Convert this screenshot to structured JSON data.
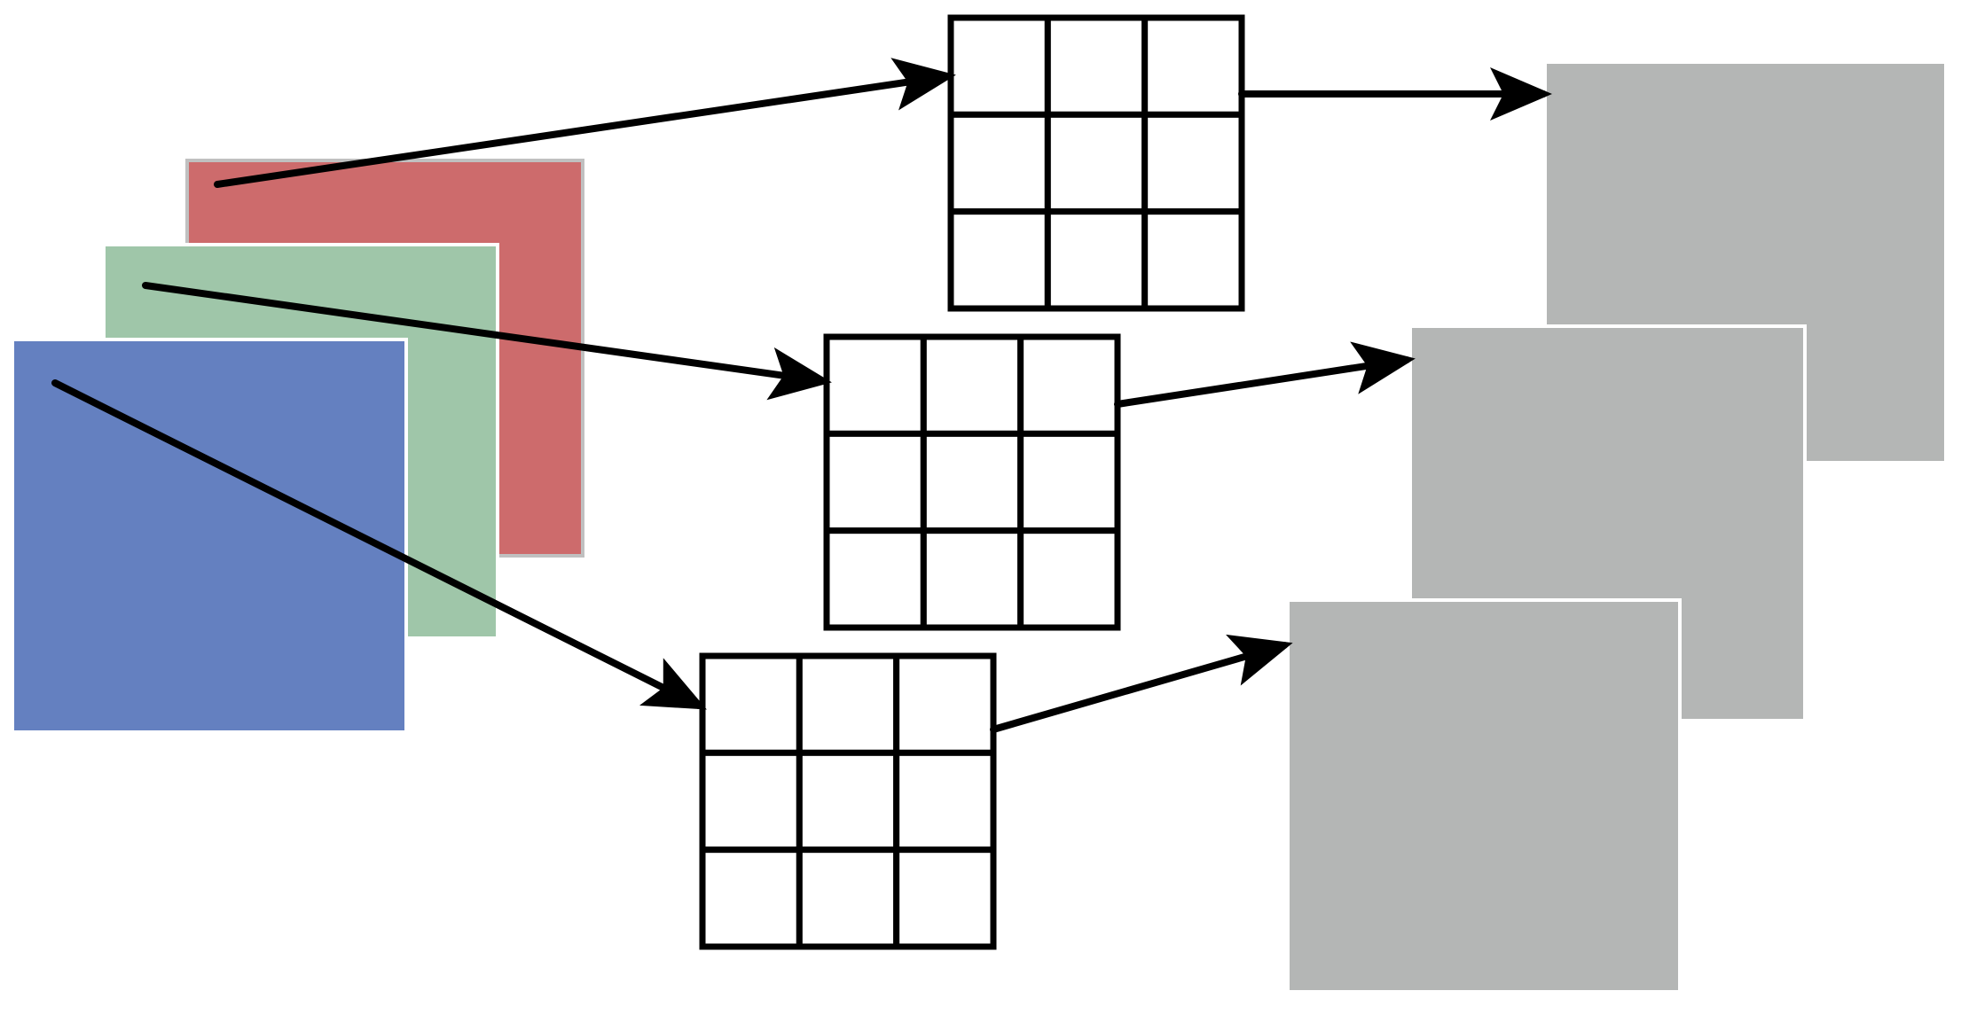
{
  "diagram": {
    "input_channels": [
      {
        "id": "red",
        "color": "#cd6b6c"
      },
      {
        "id": "green",
        "color": "#9fc6a9"
      },
      {
        "id": "blue",
        "color": "#6480c0"
      }
    ],
    "kernels": [
      {
        "id": "kernel-top",
        "rows": 3,
        "cols": 3
      },
      {
        "id": "kernel-middle",
        "rows": 3,
        "cols": 3
      },
      {
        "id": "kernel-bottom",
        "rows": 3,
        "cols": 3
      }
    ],
    "output_maps": [
      {
        "id": "output-top",
        "color": "#b4b6b5"
      },
      {
        "id": "output-middle",
        "color": "#b4b6b5"
      },
      {
        "id": "output-bottom",
        "color": "#b4b6b5"
      }
    ],
    "stroke_color": "#000000"
  }
}
